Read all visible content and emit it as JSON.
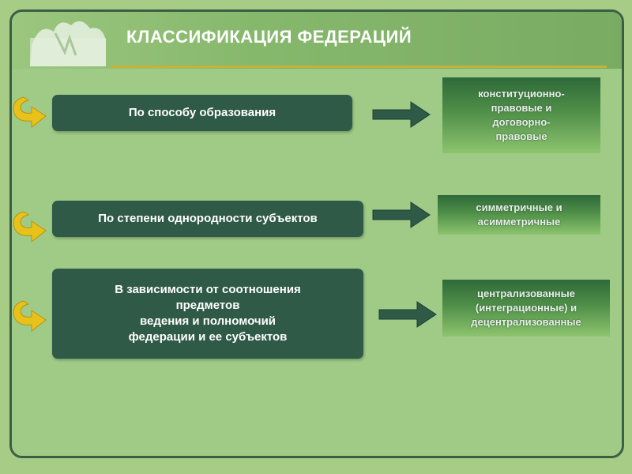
{
  "title": "КЛАССИФИКАЦИЯ ФЕДЕРАЦИЙ",
  "rows": [
    {
      "criterion": "По способу образования",
      "result": "конституционно-\nправовые и\nдоговорно-\nправовые"
    },
    {
      "criterion": "По степени однородности субъектов",
      "result": "симметричные и\nасимметричные"
    },
    {
      "criterion": "В зависимости от соотношения\nпредметов\nведения и полномочий\nфедерации и ее субъектов",
      "result": "централизованные\n(интеграционные) и\nдецентрализованные"
    }
  ],
  "colors": {
    "background": "#9fcb86",
    "box": "#2f5a47",
    "frame": "#3b5e45",
    "accent_rule": "#c5b23a",
    "marker": "#e8c21a"
  }
}
